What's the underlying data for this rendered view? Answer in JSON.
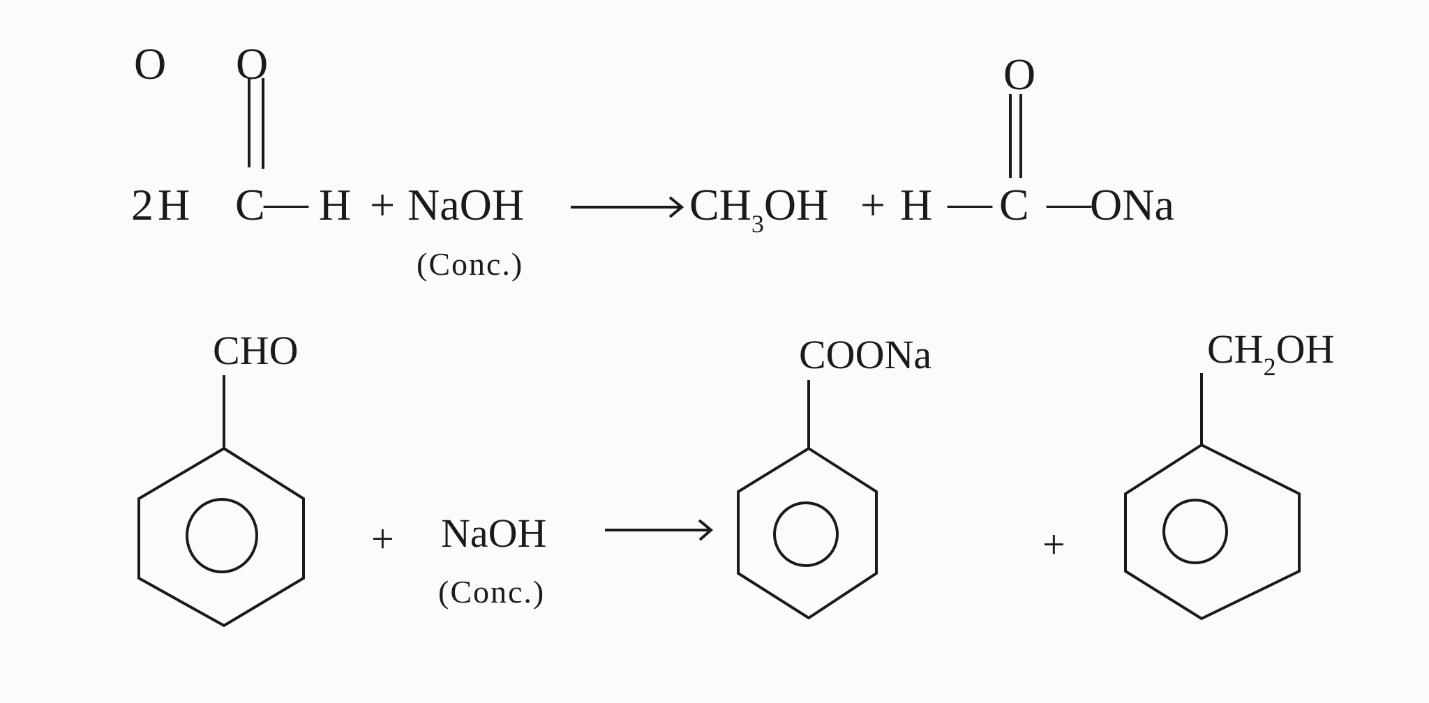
{
  "reaction1": {
    "coefficient": "2",
    "reactant_left_H": "H",
    "carbonyl_C": "C",
    "carbonyl_O": "O",
    "bond_dash": "—",
    "reactant_right_H": "H",
    "plus1": "+",
    "reagent": "NaOH",
    "reagent_condition": "(Conc.)",
    "product1_prefix": "CH",
    "product1_subscript": "3",
    "product1_suffix": "OH",
    "plus2": "+",
    "product2_H": "H",
    "product2_C": "C",
    "product2_O_top": "O",
    "product2_ONa": "ONa"
  },
  "reaction2": {
    "reactant_substituent": "CHO",
    "plus1": "+",
    "reagent": "NaOH",
    "reagent_condition": "(Conc.)",
    "product1_substituent": "COONa",
    "plus2": "+",
    "product2_substituent_prefix": "CH",
    "product2_substituent_subscript": "2",
    "product2_substituent_suffix": "OH"
  },
  "icons": {
    "arrow": "reaction-arrow",
    "benzene": "benzene-ring"
  }
}
